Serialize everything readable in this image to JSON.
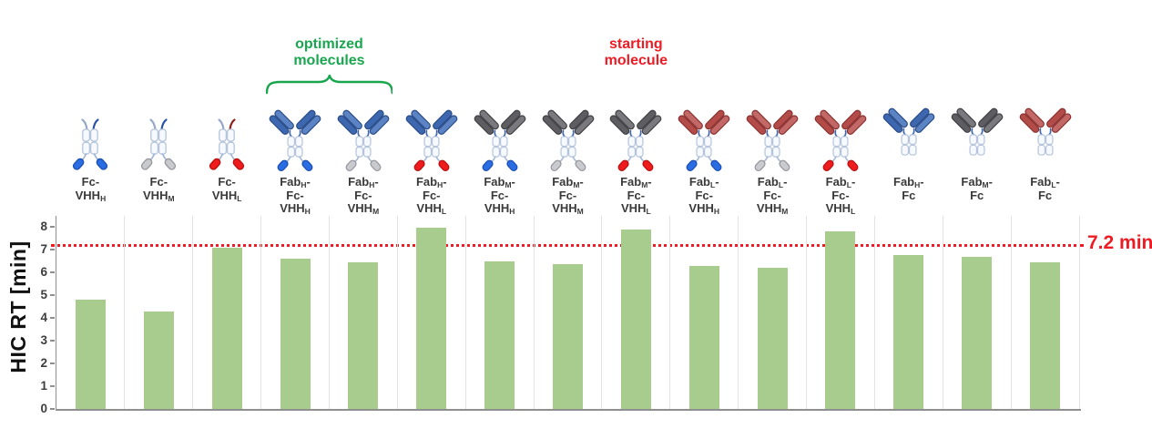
{
  "chart_data": {
    "type": "bar",
    "title": "",
    "ylabel": "HIC RT [min]",
    "ylim": [
      0,
      8
    ],
    "yticks": [
      0,
      1,
      2,
      3,
      4,
      5,
      6,
      7,
      8
    ],
    "grid": "vertical category separators only",
    "legend": "none",
    "bar_color": "#a7cc8e",
    "categories": [
      {
        "lines": [
          "Fc-",
          "VHH{H}"
        ]
      },
      {
        "lines": [
          "Fc-",
          "VHH{M}"
        ]
      },
      {
        "lines": [
          "Fc-",
          "VHH{L}"
        ]
      },
      {
        "lines": [
          "Fab{H}-",
          "Fc-",
          "VHH{H}"
        ]
      },
      {
        "lines": [
          "Fab{H}-",
          "Fc-",
          "VHH{M}"
        ]
      },
      {
        "lines": [
          "Fab{H}-",
          "Fc-",
          "VHH{L}"
        ]
      },
      {
        "lines": [
          "Fab{M}-",
          "Fc-",
          "VHH{H}"
        ]
      },
      {
        "lines": [
          "Fab{M}-",
          "Fc-",
          "VHH{M}"
        ]
      },
      {
        "lines": [
          "Fab{M}-",
          "Fc-",
          "VHH{L}"
        ]
      },
      {
        "lines": [
          "Fab{L}-",
          "Fc-",
          "VHH{H}"
        ]
      },
      {
        "lines": [
          "Fab{L}-",
          "Fc-",
          "VHH{M}"
        ]
      },
      {
        "lines": [
          "Fab{L}-",
          "Fc-",
          "VHH{L}"
        ]
      },
      {
        "lines": [
          "Fab{H}-",
          "Fc"
        ]
      },
      {
        "lines": [
          "Fab{M}-",
          "Fc"
        ]
      },
      {
        "lines": [
          "Fab{L}-",
          "Fc"
        ]
      }
    ],
    "values": [
      4.8,
      4.3,
      7.1,
      6.6,
      6.45,
      7.95,
      6.5,
      6.35,
      7.9,
      6.3,
      6.2,
      7.8,
      6.75,
      6.7,
      6.45
    ],
    "reference_line": {
      "value": 7.2,
      "label": "7.2 min",
      "color": "#ed1c24",
      "style": "dotted"
    },
    "annotations": {
      "optimized": {
        "line1": "optimized",
        "line2": "molecules",
        "color": "#1aa64f",
        "span_categories": [
          3,
          4
        ],
        "brace": true
      },
      "starting": {
        "line1": "starting",
        "line2": "molecule",
        "color": "#ed1c24",
        "category_index": 8
      }
    },
    "icons": [
      {
        "type": "fc-vhh",
        "vhh": "blue"
      },
      {
        "type": "fc-vhh",
        "vhh": "gray"
      },
      {
        "type": "fc-vhh",
        "vhh": "red"
      },
      {
        "type": "fab-fc-vhh",
        "fab": "blue",
        "vhh": "blue"
      },
      {
        "type": "fab-fc-vhh",
        "fab": "blue",
        "vhh": "gray"
      },
      {
        "type": "fab-fc-vhh",
        "fab": "blue",
        "vhh": "red"
      },
      {
        "type": "fab-fc-vhh",
        "fab": "gray",
        "vhh": "blue"
      },
      {
        "type": "fab-fc-vhh",
        "fab": "gray",
        "vhh": "gray"
      },
      {
        "type": "fab-fc-vhh",
        "fab": "gray",
        "vhh": "red"
      },
      {
        "type": "fab-fc-vhh",
        "fab": "red",
        "vhh": "blue"
      },
      {
        "type": "fab-fc-vhh",
        "fab": "red",
        "vhh": "gray"
      },
      {
        "type": "fab-fc-vhh",
        "fab": "red",
        "vhh": "red"
      },
      {
        "type": "fab-fc",
        "fab": "blue"
      },
      {
        "type": "fab-fc",
        "fab": "gray"
      },
      {
        "type": "fab-fc",
        "fab": "red"
      }
    ],
    "icon_colors": {
      "fab_fill": {
        "blue": "#3d68b0",
        "gray": "#5e5e62",
        "red": "#b34b49"
      },
      "fab_fill2": {
        "blue": "#5c84c4",
        "gray": "#7a7a7e",
        "red": "#c26866"
      },
      "fab_stroke": {
        "blue": "#2a4c88",
        "gray": "#414145",
        "red": "#8a3230"
      },
      "vhh_fill": {
        "blue": "#2a6ce2",
        "gray": "#c9cace",
        "red": "#ee1c1c"
      },
      "vhh_stroke": {
        "blue": "#1c4fb0",
        "gray": "#95969d",
        "red": "#b90f0f"
      },
      "body_fill": "#f6f9fd",
      "body_stroke": "#b5c4db",
      "hinge": "#3f66ae",
      "leg_line": "#9fb4d6",
      "tip_dark_blue": "#2a52a8",
      "tip_dark_red": "#8f1f1f"
    }
  }
}
